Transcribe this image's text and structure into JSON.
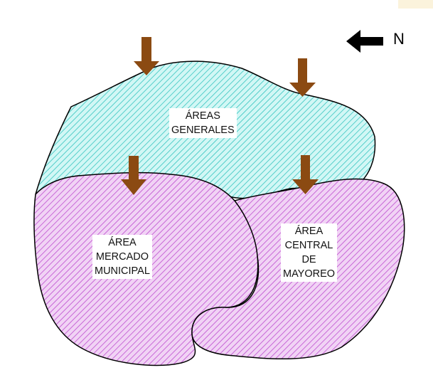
{
  "north": {
    "label": "N",
    "icon": "arrow-left-icon"
  },
  "zones": {
    "general": {
      "lines": [
        "ÁREAS",
        "GENERALES"
      ],
      "color": "#2ec9c3"
    },
    "market": {
      "lines": [
        "ÁREA",
        "MERCADO",
        "MUNICIPAL"
      ],
      "color": "#c14fd3"
    },
    "wholesale": {
      "lines": [
        "ÁREA",
        "CENTRAL",
        "DE",
        "MAYOREO"
      ],
      "color": "#c14fd3"
    }
  },
  "colors": {
    "arrow": "#8b4a12",
    "outline": "#000000",
    "general_fill": "#c8f5f3",
    "commercial_fill": "#ecc6f2"
  }
}
